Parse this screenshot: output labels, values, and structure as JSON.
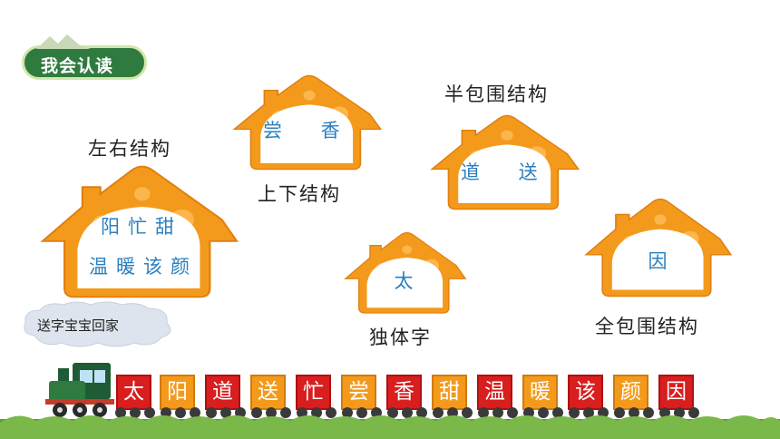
{
  "badge": {
    "title": "我会认读"
  },
  "groups": [
    {
      "label": "左右结构",
      "chars": [
        "阳忙甜",
        "温暖该颜"
      ]
    },
    {
      "label": "上下结构",
      "chars": [
        "尝 香"
      ]
    },
    {
      "label": "半包围结构",
      "chars": [
        "道 送"
      ]
    },
    {
      "label": "独体字",
      "chars": [
        "太"
      ]
    },
    {
      "label": "全包围结构",
      "chars": [
        "因"
      ]
    }
  ],
  "cloud": {
    "text": "送字宝宝回家"
  },
  "train": {
    "cars": [
      "太",
      "阳",
      "道",
      "送",
      "忙",
      "尝",
      "香",
      "甜",
      "温",
      "暖",
      "该",
      "颜",
      "因"
    ]
  },
  "colors": {
    "house_outer": "#f39a1c",
    "house_inner": "#ffffff",
    "char_blue": "#2a7fc0",
    "car_red": "#d81e1e",
    "car_orange": "#f39a1c",
    "badge_green": "#2f7a3e"
  }
}
